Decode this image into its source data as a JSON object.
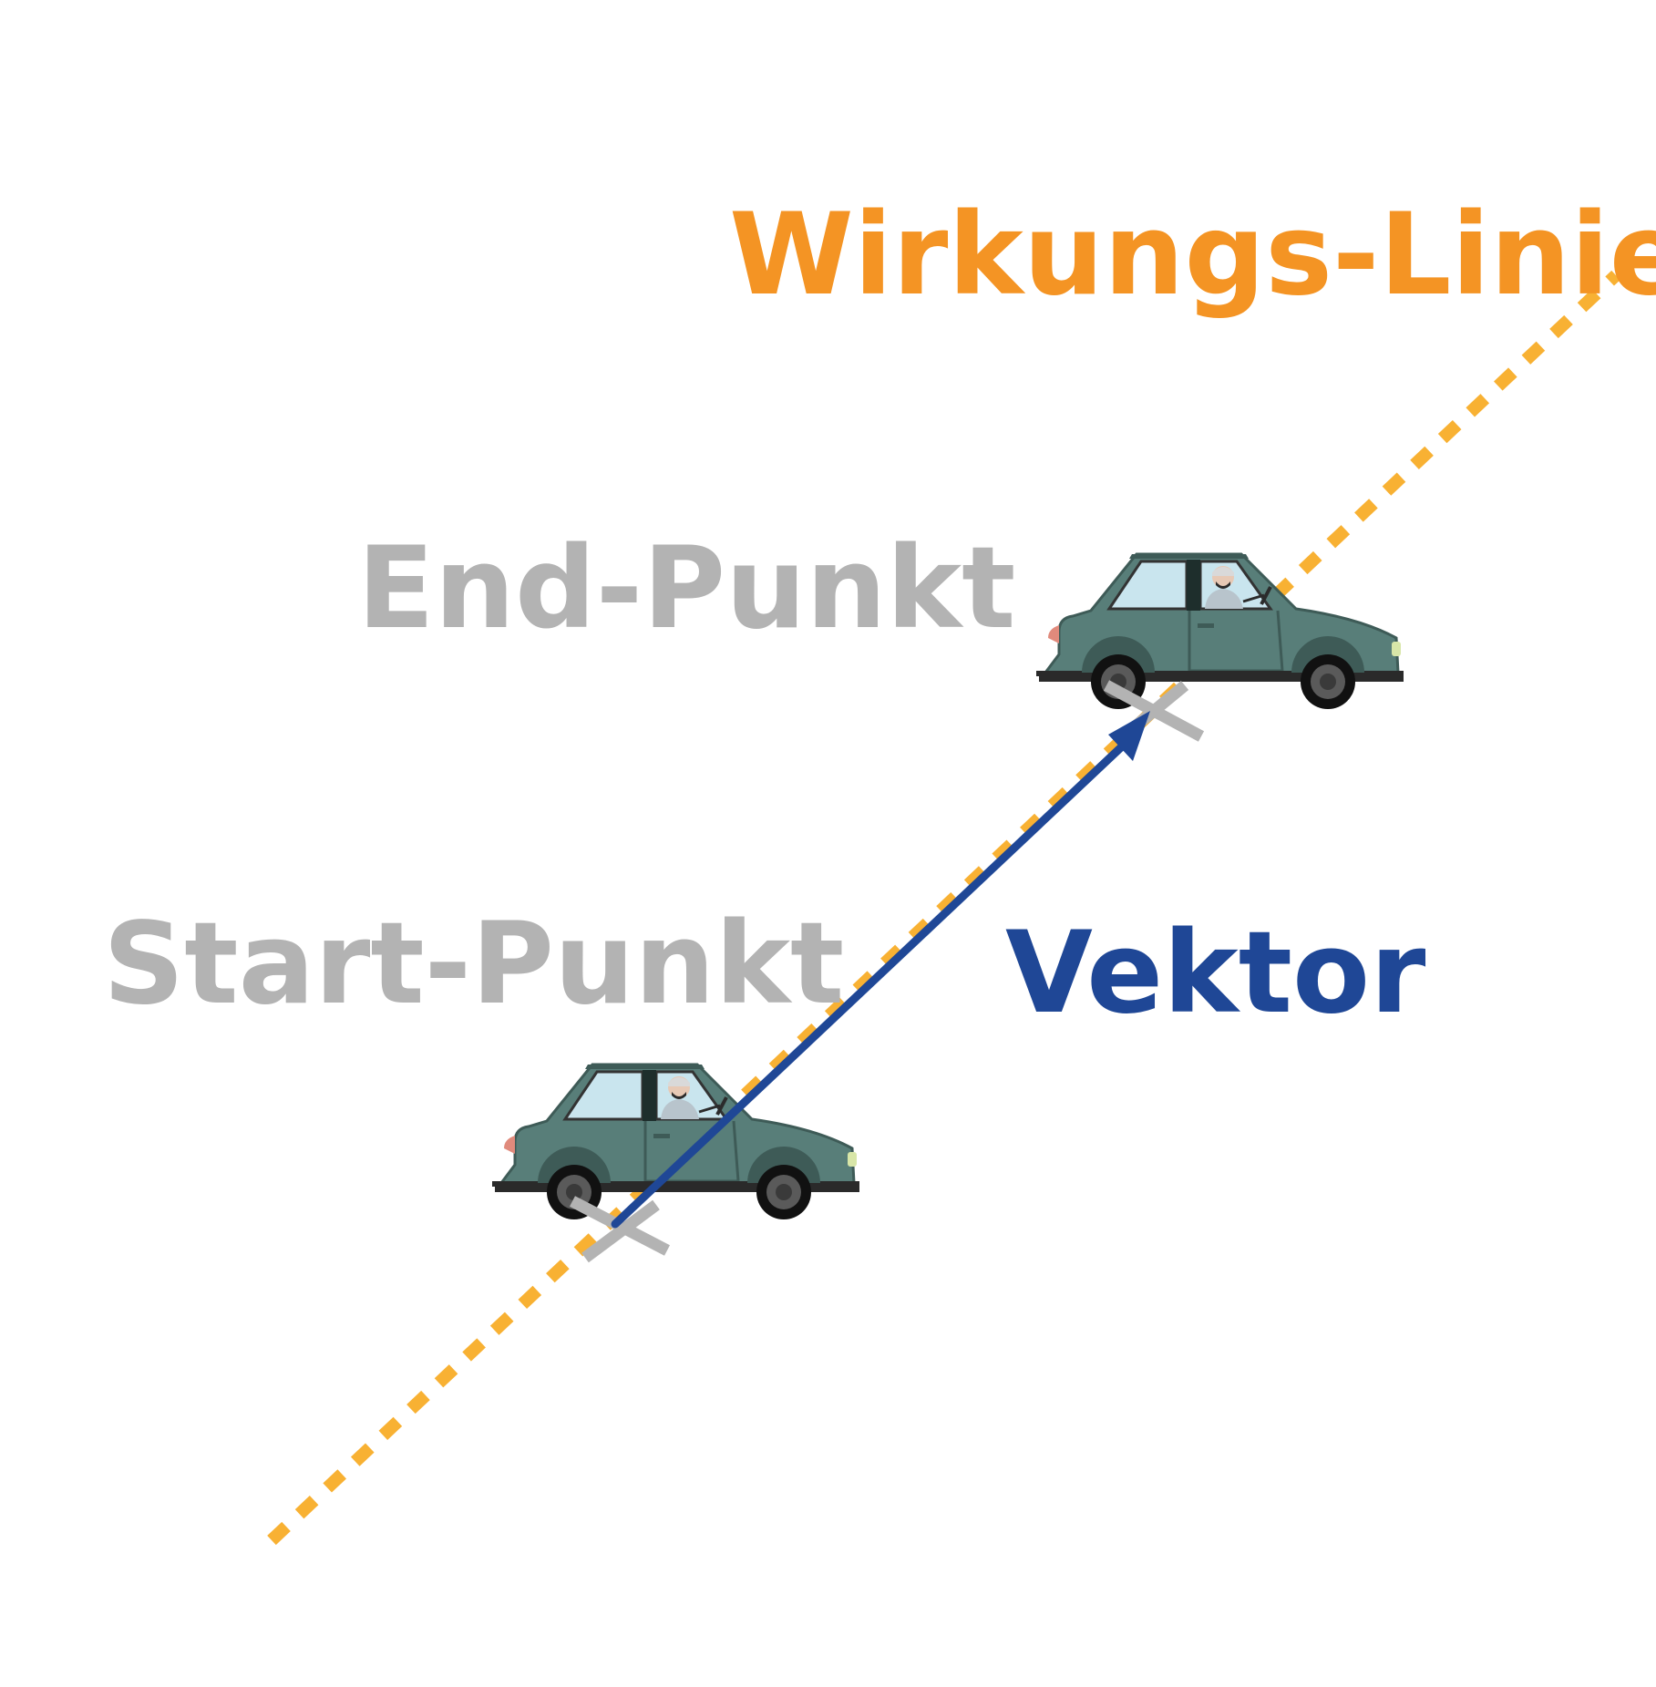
{
  "labels": {
    "line_of_action": "Wirkungs-Linie",
    "end_point": "End-Punkt",
    "start_point": "Start-Punkt",
    "vector": "Vektor"
  },
  "colors": {
    "line_of_action": "#f49424",
    "dotted_line": "#f8b133",
    "point_label": "#b3b3b3",
    "vector": "#1f4796",
    "point_marker": "#b3b3b3",
    "car_body": "#587e79",
    "car_outline": "#3e5b57",
    "window": "#c9e5ee",
    "tire": "#111111",
    "bumper": "#2a2a2a"
  },
  "icons": {
    "car": "car-icon",
    "driver": "driver-icon",
    "marker": "cross-marker-icon",
    "arrowhead": "arrowhead-icon"
  }
}
